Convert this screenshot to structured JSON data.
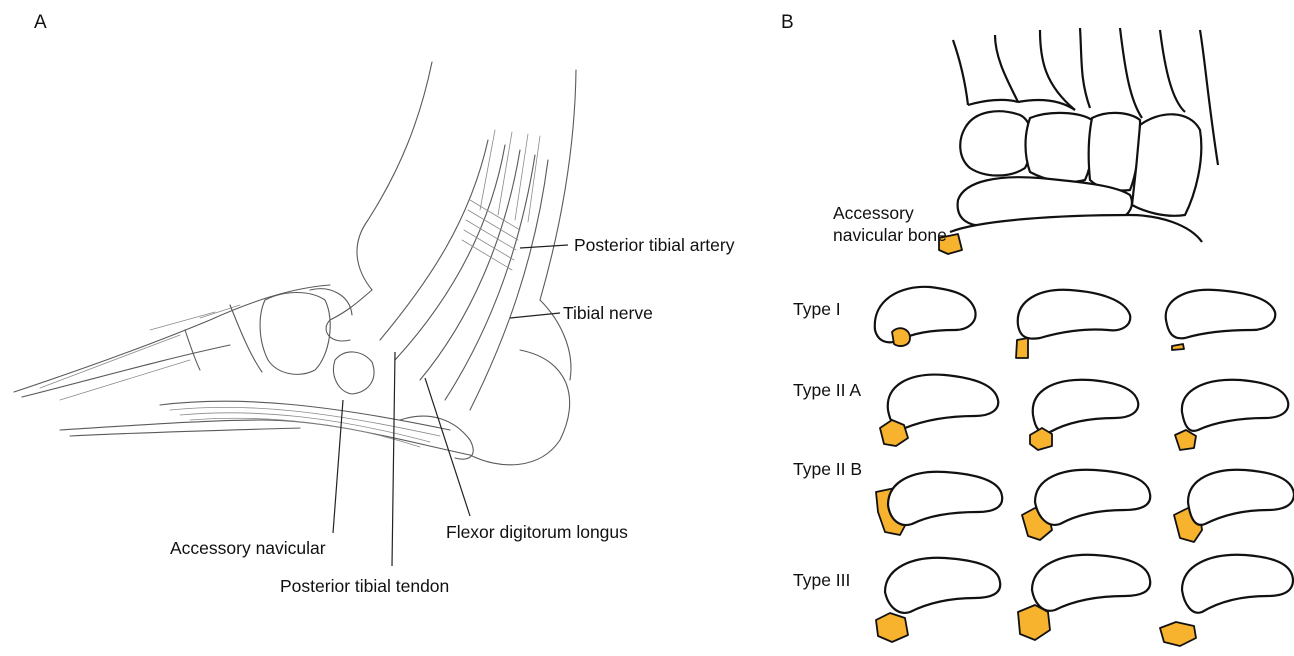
{
  "panels": {
    "a": {
      "letter": "A",
      "labels": {
        "posterior_tibial_artery": "Posterior tibial artery",
        "tibial_nerve": "Tibial nerve",
        "accessory_navicular": "Accessory navicular",
        "posterior_tibial_tendon": "Posterior tibial tendon",
        "flexor_digitorum_longus": "Flexor digitorum longus"
      }
    },
    "b": {
      "letter": "B",
      "foot_label": "Accessory navicular bone",
      "types": [
        "Type I",
        "Type II A",
        "Type II B",
        "Type III"
      ]
    }
  },
  "colors": {
    "accessory_bone_fill": "#F7B22E",
    "outline": "#111111",
    "sketch": "#5a5a5a"
  }
}
